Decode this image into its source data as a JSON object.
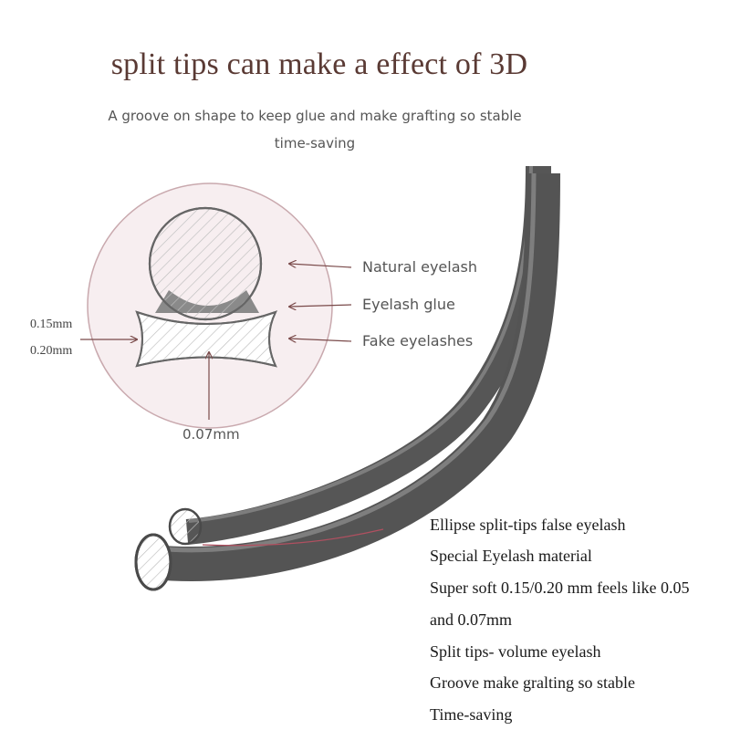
{
  "heading": {
    "title": "split tips can make a effect of 3D",
    "subtitle_line1": "A groove on shape to keep glue and make grafting so stable",
    "subtitle_line2": "time-saving"
  },
  "diagram": {
    "label_natural": "Natural eyelash",
    "label_glue": "Eyelash glue",
    "label_fake": "Fake eyelashes",
    "thickness_1": "0.15mm",
    "thickness_2": "0.20mm",
    "tip": "0.07mm"
  },
  "features": [
    "Ellipse split-tips false eyelash",
    "Special Eyelash material",
    "Super soft 0.15/0.20 mm feels like 0.05",
    "and 0.07mm",
    "Split tips- volume eyelash",
    "Groove make gralting so stable",
    "Time-saving"
  ],
  "colors": {
    "title": "#5a3a34",
    "circle_fill": "#f7eef0",
    "circle_stroke": "#c9a9ae",
    "lash": "#555555",
    "glue": "#8a8a8a"
  }
}
